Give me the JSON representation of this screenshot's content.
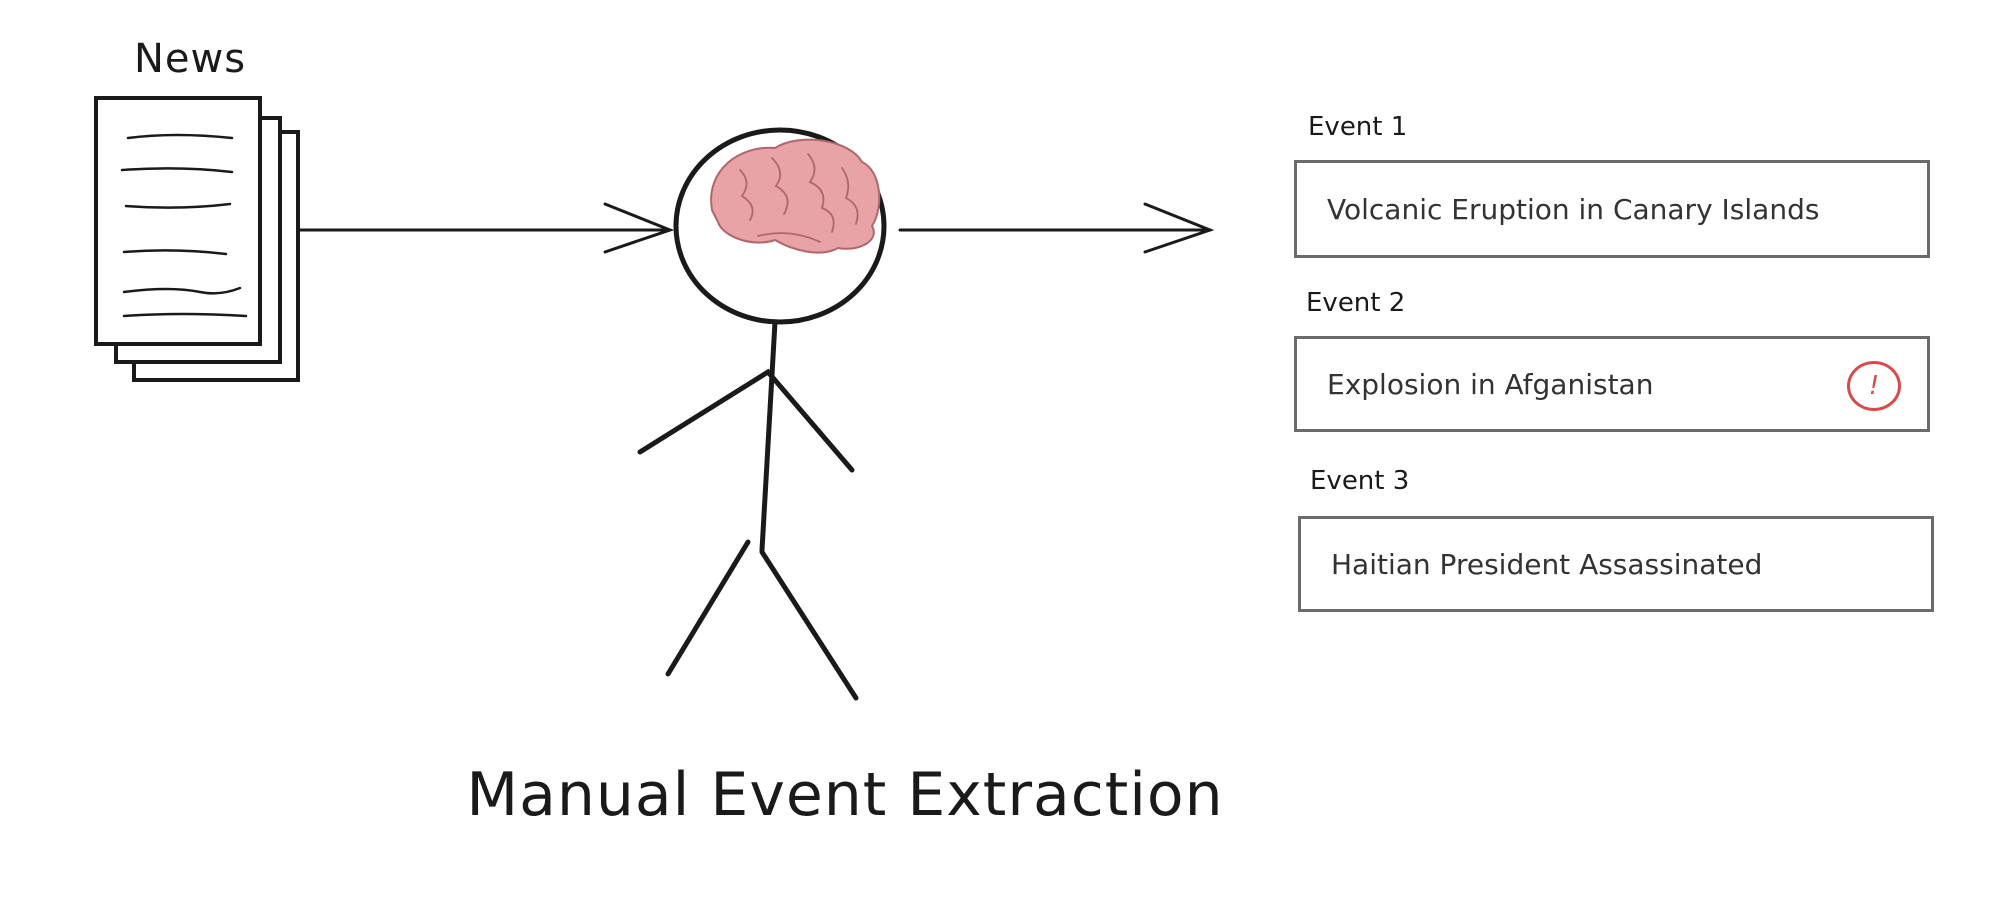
{
  "title": "Manual Event Extraction",
  "news": {
    "label": "News"
  },
  "events": [
    {
      "label": "Event 1",
      "text": "Volcanic Eruption in Canary Islands",
      "alert": false
    },
    {
      "label": "Event 2",
      "text": "Explosion in Afganistan",
      "alert": true,
      "alert_symbol": "!"
    },
    {
      "label": "Event 3",
      "text": "Haitian President Assassinated",
      "alert": false
    }
  ],
  "colors": {
    "stroke": "#1a1a1a",
    "box_border": "#6b6b6b",
    "brain": "#e8a3a6",
    "brain_lines": "#b0676b",
    "alert": "#d94b4b"
  },
  "icons": {
    "news": "stacked-documents-icon",
    "person": "stick-figure-icon",
    "brain": "brain-icon",
    "alert": "exclamation-circle-icon"
  }
}
